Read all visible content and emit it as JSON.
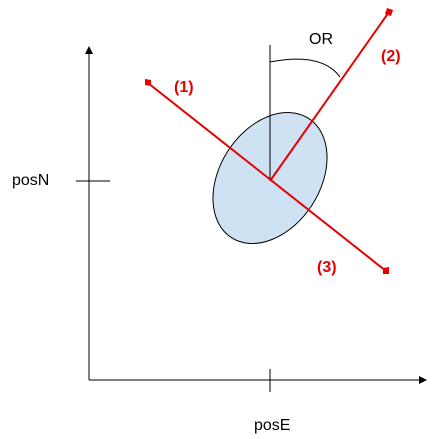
{
  "axes": {
    "x_label": "posE",
    "y_label": "posN"
  },
  "angle_label": "OR",
  "lines": [
    {
      "label": "(1)"
    },
    {
      "label": "(2)"
    },
    {
      "label": "(3)"
    }
  ],
  "colors": {
    "axis": "#000000",
    "line": "#e60000",
    "ellipse_fill": "#cfe2f3",
    "ellipse_stroke": "#000000",
    "line_label": "#e60000"
  }
}
